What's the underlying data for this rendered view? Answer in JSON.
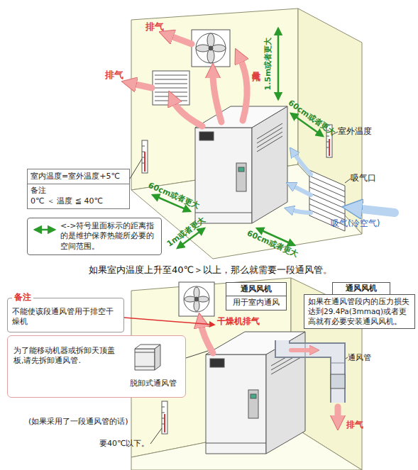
{
  "diagram": {
    "nodes": [
      {
        "text": [
          "室内温度=室外温度+5℃",
          "备注",
          "0℃ ＜ 温度 ≦ 40℃"
        ]
      },
      {
        "text": [
          "备注",
          "不能使该段通风管用于排空干燥机"
        ]
      },
      {
        "text": [
          "通风风机",
          "用于室内通风"
        ]
      },
      {
        "text": [
          "通风风机",
          "如果在通风管段内的压力损失达到29.4Pa(3mmaq)或者更高就有必要安装通风风机。"
        ]
      },
      {
        "text": [
          "为了能移动机器或拆卸天顶盖板,请先拆卸通风管.",
          "脱卸式通风管"
        ]
      }
    ],
    "labels": [
      "排气",
      "排气",
      "排气量",
      "1.5m或者更大",
      "60cm或者更大",
      "室外温度",
      "吸气口",
      "60cm或者更大",
      "1m或者更大",
      "60cm或者更大",
      "吸气(冷空气)",
      "如果室内温度上升至40℃＞以上，那么就需要一段通风管。",
      "干燥机排气",
      "通风管",
      "排气",
      "(如果采用了一段通风管的话)",
      "要40℃以下。"
    ],
    "legend": [
      {
        "text": "<->符号里面标示的距离指的是维护保养热能所必要的空间范围。"
      }
    ]
  }
}
